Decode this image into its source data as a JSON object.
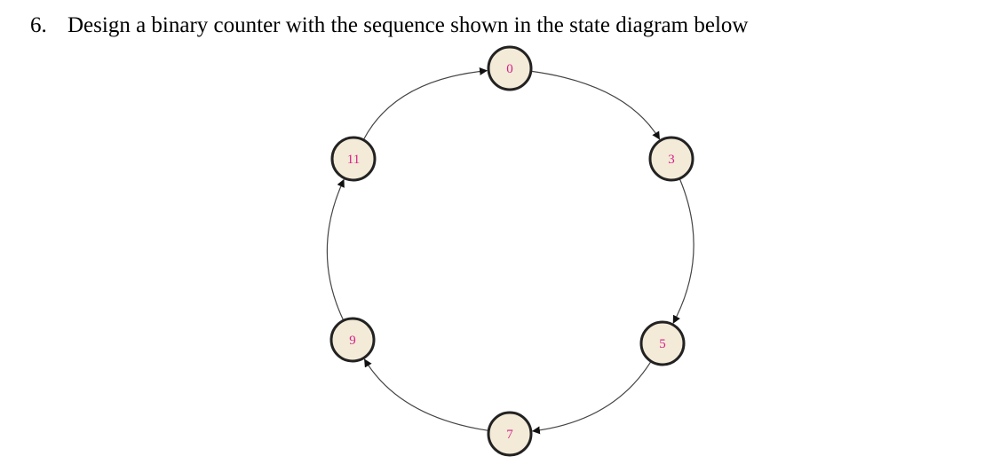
{
  "question": {
    "number": "6.",
    "text": "Design a binary counter with the sequence shown in the state diagram below"
  },
  "diagram": {
    "type": "state-diagram",
    "states": [
      {
        "id": "s0",
        "label": "0"
      },
      {
        "id": "s3",
        "label": "3"
      },
      {
        "id": "s5",
        "label": "5"
      },
      {
        "id": "s7",
        "label": "7"
      },
      {
        "id": "s9",
        "label": "9"
      },
      {
        "id": "s11",
        "label": "11"
      }
    ],
    "transitions": [
      {
        "from": "s0",
        "to": "s3"
      },
      {
        "from": "s3",
        "to": "s5"
      },
      {
        "from": "s5",
        "to": "s7"
      },
      {
        "from": "s7",
        "to": "s9"
      },
      {
        "from": "s9",
        "to": "s11"
      },
      {
        "from": "s11",
        "to": "s0"
      }
    ],
    "colors": {
      "node_fill": "#f3ead7",
      "node_stroke": "#222222",
      "label": "#d6208a",
      "edge": "#444444"
    }
  }
}
